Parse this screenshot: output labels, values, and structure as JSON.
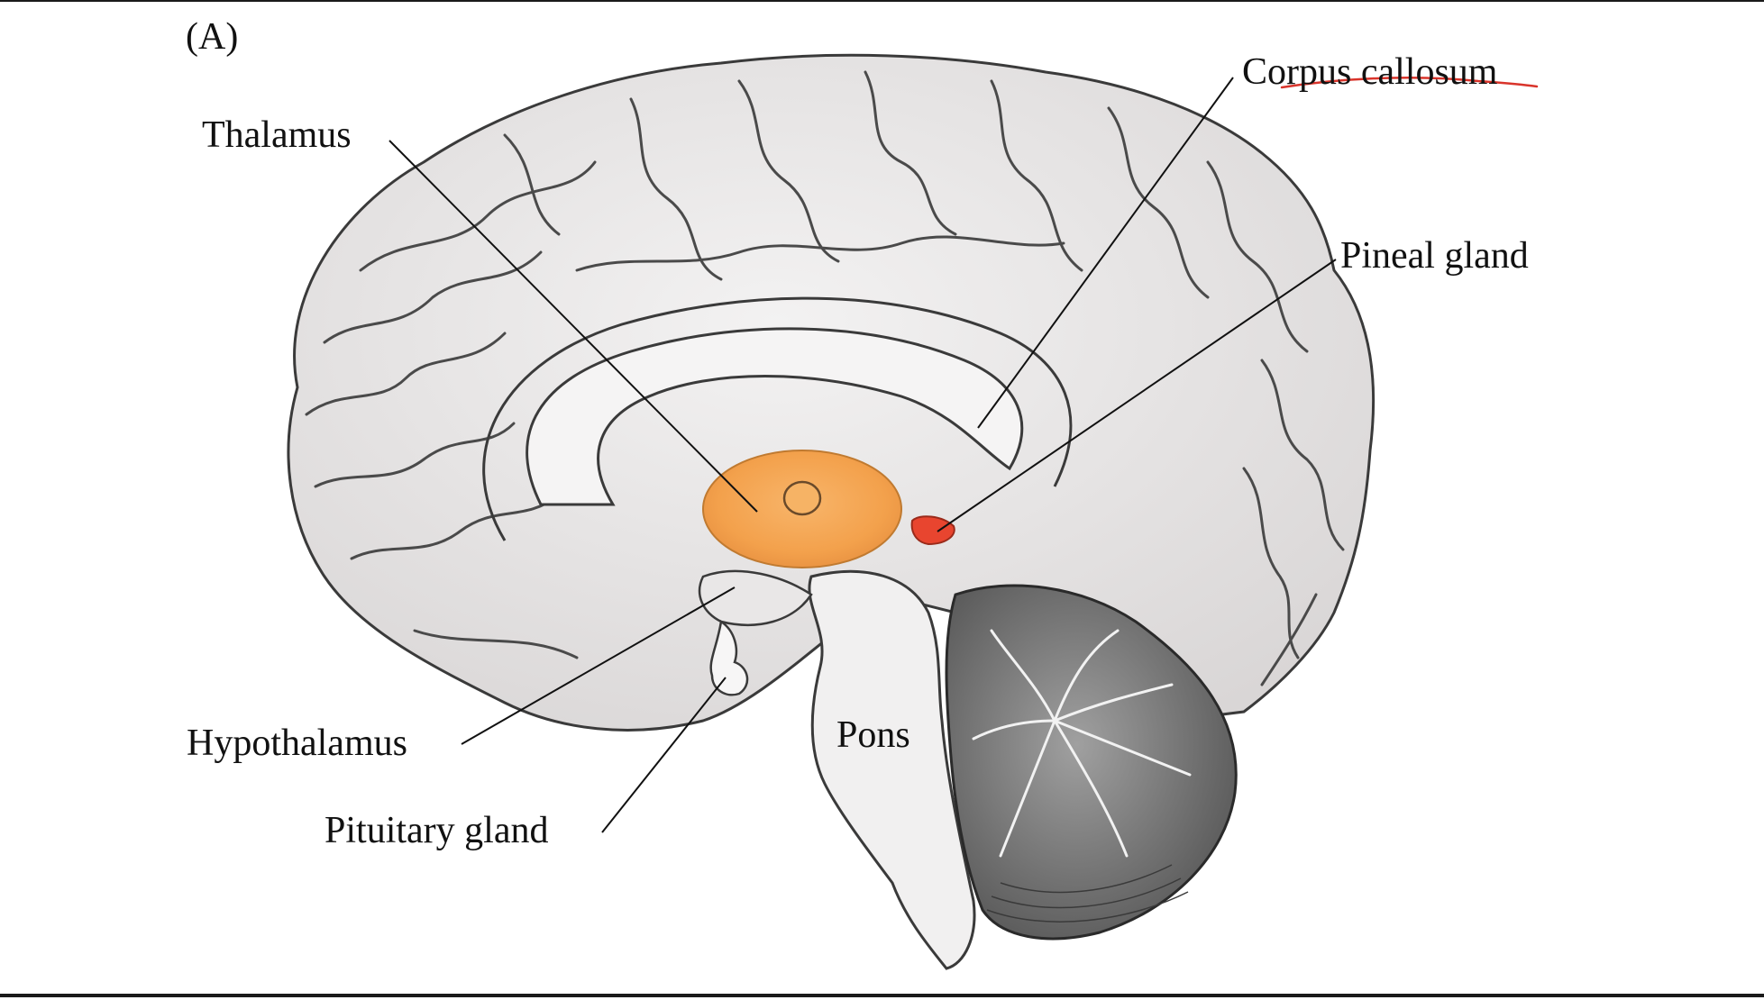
{
  "figure": {
    "panel_letter": "(A)",
    "labels": {
      "thalamus": "Thalamus",
      "corpus_callosum": "Corpus callosum",
      "pineal_gland": "Pineal gland",
      "hypothalamus": "Hypothalamus",
      "pituitary_gland": "Pituitary gland",
      "pons": "Pons"
    }
  },
  "colors": {
    "thalamus_fill": "#f4a451",
    "pineal_fill": "#e8452f",
    "brain_fill": "#e6e4e4",
    "gyrus_highlight": "#f7f6f6",
    "sulcus_line": "#4a4a4a",
    "cerebellum_fill": "#8a8a8a",
    "leader_line": "#111111",
    "annotation_strike": "#d9342b"
  }
}
